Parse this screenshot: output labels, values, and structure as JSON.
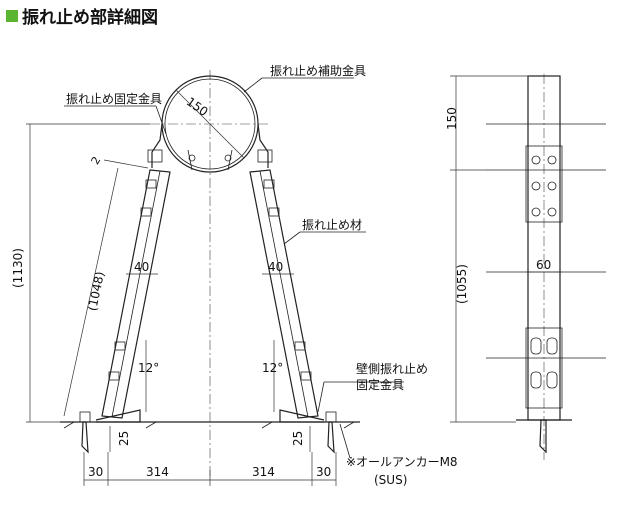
{
  "title": "振れ止め部詳細図",
  "colors": {
    "title_marker": "#5cb531",
    "line": "#222222"
  },
  "labels": {
    "brace_band": "振れ止め補助金具",
    "brace_fixing_bracket": "振れ止め固定金具",
    "brace_member": "振れ止め材",
    "wall_bracket_line1": "壁側振れ止め",
    "wall_bracket_line2": "固定金具",
    "anchor_line1": "※オールアンカーM8",
    "anchor_line2": "(SUS)"
  },
  "dimensions": {
    "diameter": "150",
    "left_gap": "2",
    "total_height": "(1130)",
    "member_length": "(1048)",
    "member_width_left": "40",
    "member_width_right": "40",
    "angle_left": "12°",
    "angle_right": "12°",
    "base_left": "25",
    "base_right": "25",
    "bottom": [
      "30",
      "314",
      "314",
      "30"
    ],
    "side_top": "150",
    "side_height": "(1055)",
    "side_width": "60"
  }
}
